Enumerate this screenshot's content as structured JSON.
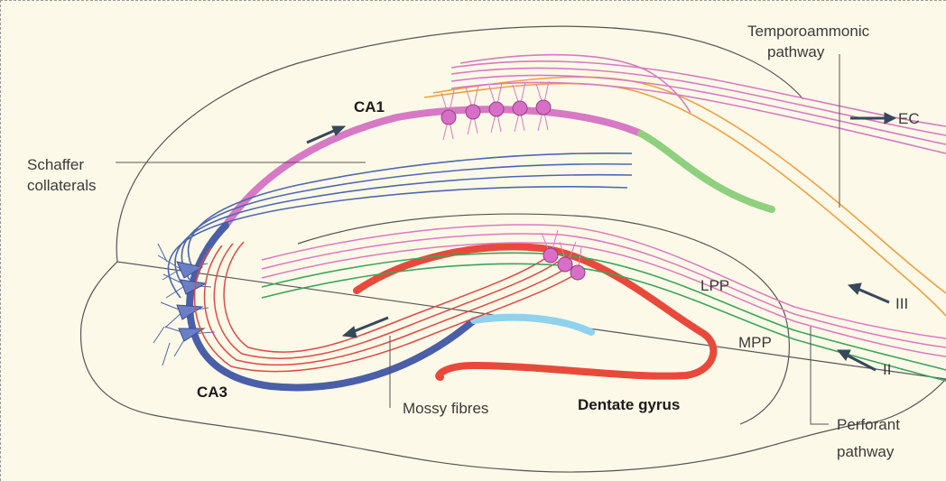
{
  "labels": {
    "temporoammonic_line1": "Temporoammonic",
    "temporoammonic_line2": "pathway",
    "ec": "EC",
    "ca1": "CA1",
    "schaffer_line1": "Schaffer",
    "schaffer_line2": "collaterals",
    "lpp": "LPP",
    "mpp": "MPP",
    "layer_iii": "III",
    "layer_ii": "II",
    "ca3": "CA3",
    "mossy_fibres": "Mossy fibres",
    "dentate_gyrus": "Dentate gyrus",
    "perforant_line1": "Perforant",
    "perforant_line2": "pathway"
  },
  "colors": {
    "background": "#fdf9e8",
    "outline": "#555555",
    "ca1_pink": "#d779c4",
    "ca3_blue": "#4a5fa8",
    "schaffer_blue": "#4d67b0",
    "dentate_red": "#e8493a",
    "mossy_red": "#e04a44",
    "lpp_pink": "#dd78c2",
    "mpp_green": "#3aa55a",
    "temporoammonic_orange": "#f0a040",
    "green_segment": "#8fd07f",
    "light_blue_segment": "#8fd2ee",
    "arrow": "#36485a"
  }
}
